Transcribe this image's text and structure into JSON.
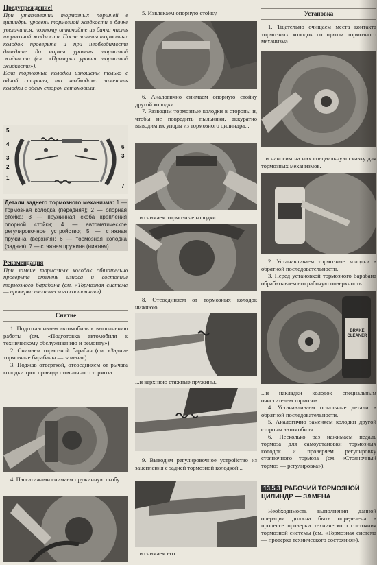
{
  "col1": {
    "warning_heading": "Предупреждение!",
    "warning_text": "При утапливании тормозных поршней в цилиндры уровень тормозной жидкости в бачке увеличится, поэтому откачайте из бачка часть тормозной жидкости. После замены тормозных колодок проверьте и при необходимости доведите до нормы уровень тормозной жидкости (см. «Проверка уровня тормозной жидкости»).",
    "warning_text2": "Если тормозные колодки изношены только с одной стороны, то необходимо заменить колодки с обеих сторон автомобиля.",
    "diagram_labels_left": [
      "5",
      "4",
      "3",
      "2",
      "1"
    ],
    "diagram_labels_right": [
      "6",
      "3",
      "7"
    ],
    "details_title": "Детали заднего тормозного механизма:",
    "details_text": "1 — тормозная колодка (передняя); 2 — опорная стойка; 3 — пружинная скоба крепления опорной стойки; 4 — автоматическое регулировочное устройство; 5 — стяжная пружина (верхняя); 6 — тормозная колодка (задняя); 7 — стяжная пружина (нижняя)",
    "rec_heading": "Рекомендация",
    "rec_text": "При замене тормозных колодок обязательно проверьте степень износа и состояние тормозного барабана (см. «Тормозная система — проверка технического состояния»).",
    "removal_heading": "Снятие",
    "step1": "1. Подготавливаем автомобиль к выполнению работы (см. «Подготовка автомобиля к техническому обслуживанию и ремонту»).",
    "step2": "2. Снимаем тормозной барабан (см. «Задние тормозные барабаны — замена»).",
    "step3": "3. Поджав отверткой, отсоединяем от рычага колодки трос привода стояночного тормоза.",
    "step4": "4. Пассатижами снимаем пружинную скобу."
  },
  "col2": {
    "step5": "5. Извлекаем опорную стойку.",
    "step6": "6. Аналогично снимаем опорную стойку другой колодки.",
    "step7": "7. Разводим тормозные колодки в стороны и, чтобы не повредить пыльники, аккуратно выводим их упоры из тормозного цилиндра...",
    "step7b": "...и снимаем тормозные колодки.",
    "step8": "8. Отсоединяем от тормозных колодок нижнюю....",
    "step8b": "...и верхнюю стяжные пружины.",
    "step9": "9. Выводим регулировочное устройство из зацепления с задней тормозной колодкой...",
    "step9b": "...и снимаем его."
  },
  "col3": {
    "install_heading": "Установка",
    "istep1": "1. Тщательно очищаем места контакта тормозных колодок со щитом тормозного механизма...",
    "istep1b": "...и наносим на них специальную смазку для тормозных механизмов.",
    "istep2": "2. Устанавливаем тормозные колодки в обратной последовательности.",
    "istep3": "3. Перед установкой тормозного барабана обрабатываем его рабочую поверхность...",
    "istep3b": "...и накладки колодок специальным очистителем тормозов.",
    "istep4": "4. Устанавливаем остальные детали в обратной последовательности.",
    "istep5": "5. Аналогично заменяем колодки другой стороны автомобиля.",
    "istep6": "6. Несколько раз нажимаем педаль тормоза для самоустановки тормозных колодок и проверяем регулировку стояночного тормоза (см. «Стояночный тормоз — регулировка»).",
    "section_number": "13.5.3",
    "section_title": "РАБОЧИЙ ТОРМОЗНОЙ ЦИЛИНДР — ЗАМЕНА",
    "final_text": "Необходимость выполнения данной операции должна быть определена в процессе проверки технического состояния тормозной системы (см. «Тормозная система — проверка технического состояния»).",
    "can_label": "BRAKE CLEANER"
  }
}
